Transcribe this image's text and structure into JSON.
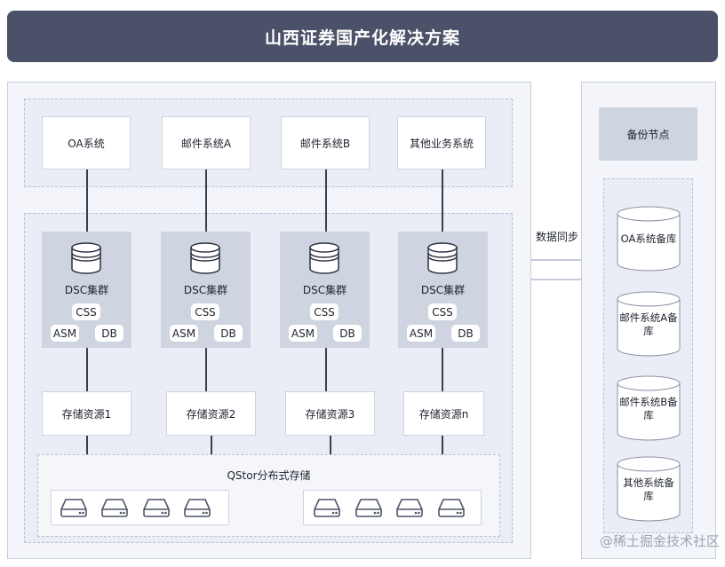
{
  "title": "山西证券国产化解决方案",
  "apps": [
    {
      "label": "OA系统"
    },
    {
      "label": "邮件系统A"
    },
    {
      "label": "邮件系统B"
    },
    {
      "label": "其他业务系统"
    }
  ],
  "clusters": [
    {
      "label": "DSC集群",
      "css": "CSS",
      "asm": "ASM",
      "db": "DB"
    },
    {
      "label": "DSC集群",
      "css": "CSS",
      "asm": "ASM",
      "db": "DB"
    },
    {
      "label": "DSC集群",
      "css": "CSS",
      "asm": "ASM",
      "db": "DB"
    },
    {
      "label": "DSC集群",
      "css": "CSS",
      "asm": "ASM",
      "db": "DB"
    }
  ],
  "storage_resources": [
    {
      "label": "存储资源1"
    },
    {
      "label": "存储资源2"
    },
    {
      "label": "存储资源3"
    },
    {
      "label": "存储资源n"
    }
  ],
  "qstor_label": "QStor分布式存储",
  "sync_label": "数据同步",
  "backup": {
    "title": "备份节点",
    "databases": [
      {
        "label": "OA系统备库"
      },
      {
        "label": "邮件系统A备库"
      },
      {
        "label": "邮件系统B备库"
      },
      {
        "label": "其他系统备库"
      }
    ]
  },
  "watermark": "@稀土掘金技术社区",
  "colors": {
    "title_bg": "#4a5168",
    "panel_bg": "#f3f5fa",
    "cluster_bg": "#cfd4e1",
    "connector": "#3a3f4d"
  }
}
